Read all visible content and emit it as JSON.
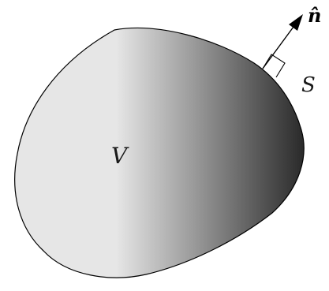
{
  "labels": {
    "volume": "V",
    "surface": "S",
    "normal": "n̂"
  },
  "colors": {
    "shade_light": "#e6e6e6",
    "shade_mid": "#9a9a9a",
    "shade_dark": "#2a2a2a",
    "outline": "#000000",
    "arrow": "#000000"
  }
}
